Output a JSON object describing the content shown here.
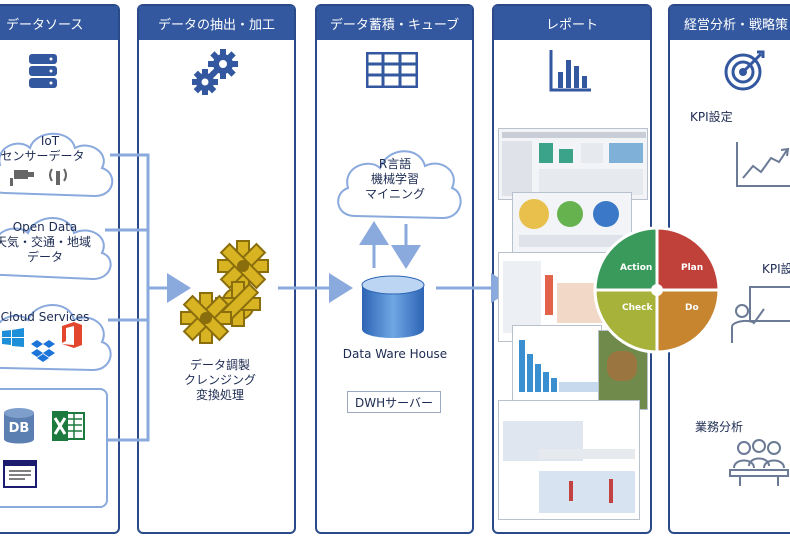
{
  "columns": [
    {
      "title": "データソース"
    },
    {
      "title": "データの抽出・加工"
    },
    {
      "title": "データ蓄積・キューブ"
    },
    {
      "title": "レポート"
    },
    {
      "title": "経営分析・戦略策"
    }
  ],
  "sources": {
    "iot": {
      "line1": "IoT",
      "line2": "センサーデータ"
    },
    "open": {
      "line1": "Open Data",
      "line2": "天気・交通・地域",
      "line3": "データ"
    },
    "cloud": {
      "line1": "Cloud Services"
    },
    "db_label": "DB"
  },
  "etl": {
    "line1": "データ調製",
    "line2": "クレンジング",
    "line3": "変換処理"
  },
  "storage": {
    "ml_line1": "R言語",
    "ml_line2": "機械学習",
    "ml_line3": "マイニング",
    "dwh_label": "Data Ware House",
    "dwh_server": "DWHサーバー"
  },
  "pdca": {
    "action": "Action",
    "plan": "Plan",
    "check": "Check",
    "do": "Do"
  },
  "strategy": {
    "kpi_setting": "KPI設定",
    "kpi_partial": "KPI設",
    "business_analysis": "業務分析"
  },
  "colors": {
    "header": "#33589f",
    "arrow": "#8aa9dd",
    "pdca_action": "#3a9a5b",
    "pdca_plan": "#c0413a",
    "pdca_check": "#a7b23a",
    "pdca_do": "#c8852f"
  }
}
